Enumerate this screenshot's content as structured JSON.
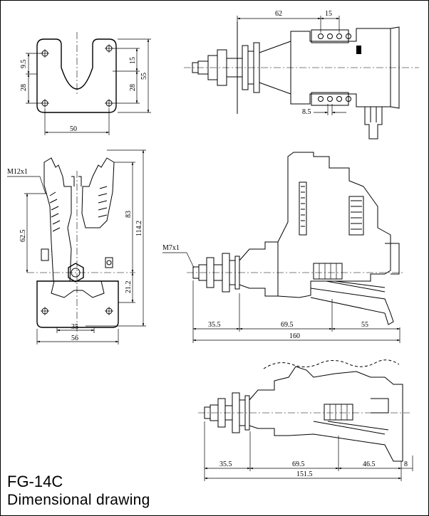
{
  "drawing": {
    "model": "FG-14C",
    "subtitle": "Dimensional drawing"
  },
  "top_left_view": {
    "dim_width": "50",
    "dim_left_upper": "9.5",
    "dim_left_lower": "28",
    "dim_right_upper": "15",
    "dim_right_lower": "28",
    "dim_height": "55"
  },
  "top_right_view": {
    "dim_a": "62",
    "dim_b": "15",
    "dim_c": "8.5"
  },
  "middle_left_view": {
    "thread_label": "M12x1",
    "dim_left": "62.5",
    "dim_h1": "83",
    "dim_h2": "114.2",
    "dim_h3": "21.2",
    "dim_b1": "35",
    "dim_b2": "56"
  },
  "middle_right_view": {
    "thread_label": "M7x1",
    "dim_1": "35.5",
    "dim_2": "69.5",
    "dim_3": "55",
    "dim_total": "160"
  },
  "bottom_view": {
    "dim_1": "35.5",
    "dim_2": "69.5",
    "dim_3": "46.5",
    "dim_4": "8",
    "dim_total": "151.5"
  },
  "colors": {
    "ink": "#000000",
    "paper": "#ffffff"
  }
}
